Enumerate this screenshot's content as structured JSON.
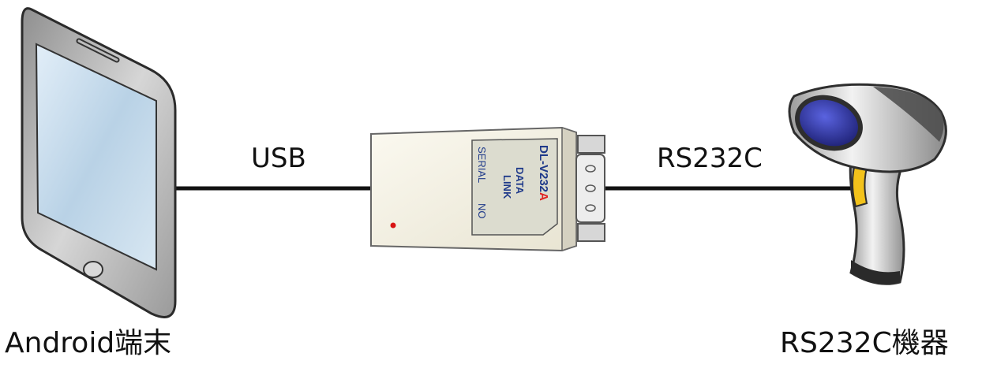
{
  "labels": {
    "usb": "USB",
    "rs232c": "RS232C",
    "android_terminal": "Android端末",
    "rs232c_device": "RS232C機器"
  },
  "adapter": {
    "model_prefix": "DL-V232",
    "model_suffix": "A",
    "brand_top": "DATA",
    "brand_bottom": "LINK",
    "serial_label": "SERIAL",
    "no_label": "NO"
  },
  "colors": {
    "cable": "#111111",
    "adapter_body": "#f3f0e4",
    "adapter_label": "#dcdccf",
    "adapter_text": "#1f3a8a",
    "model_accent": "#e02020",
    "led": "#d81414",
    "scanner_lens": "#2a2f9e",
    "scanner_trigger": "#f2c21b"
  },
  "icons": {
    "android": "tablet-icon",
    "adapter": "usb-serial-adapter-icon",
    "device": "barcode-scanner-icon"
  }
}
